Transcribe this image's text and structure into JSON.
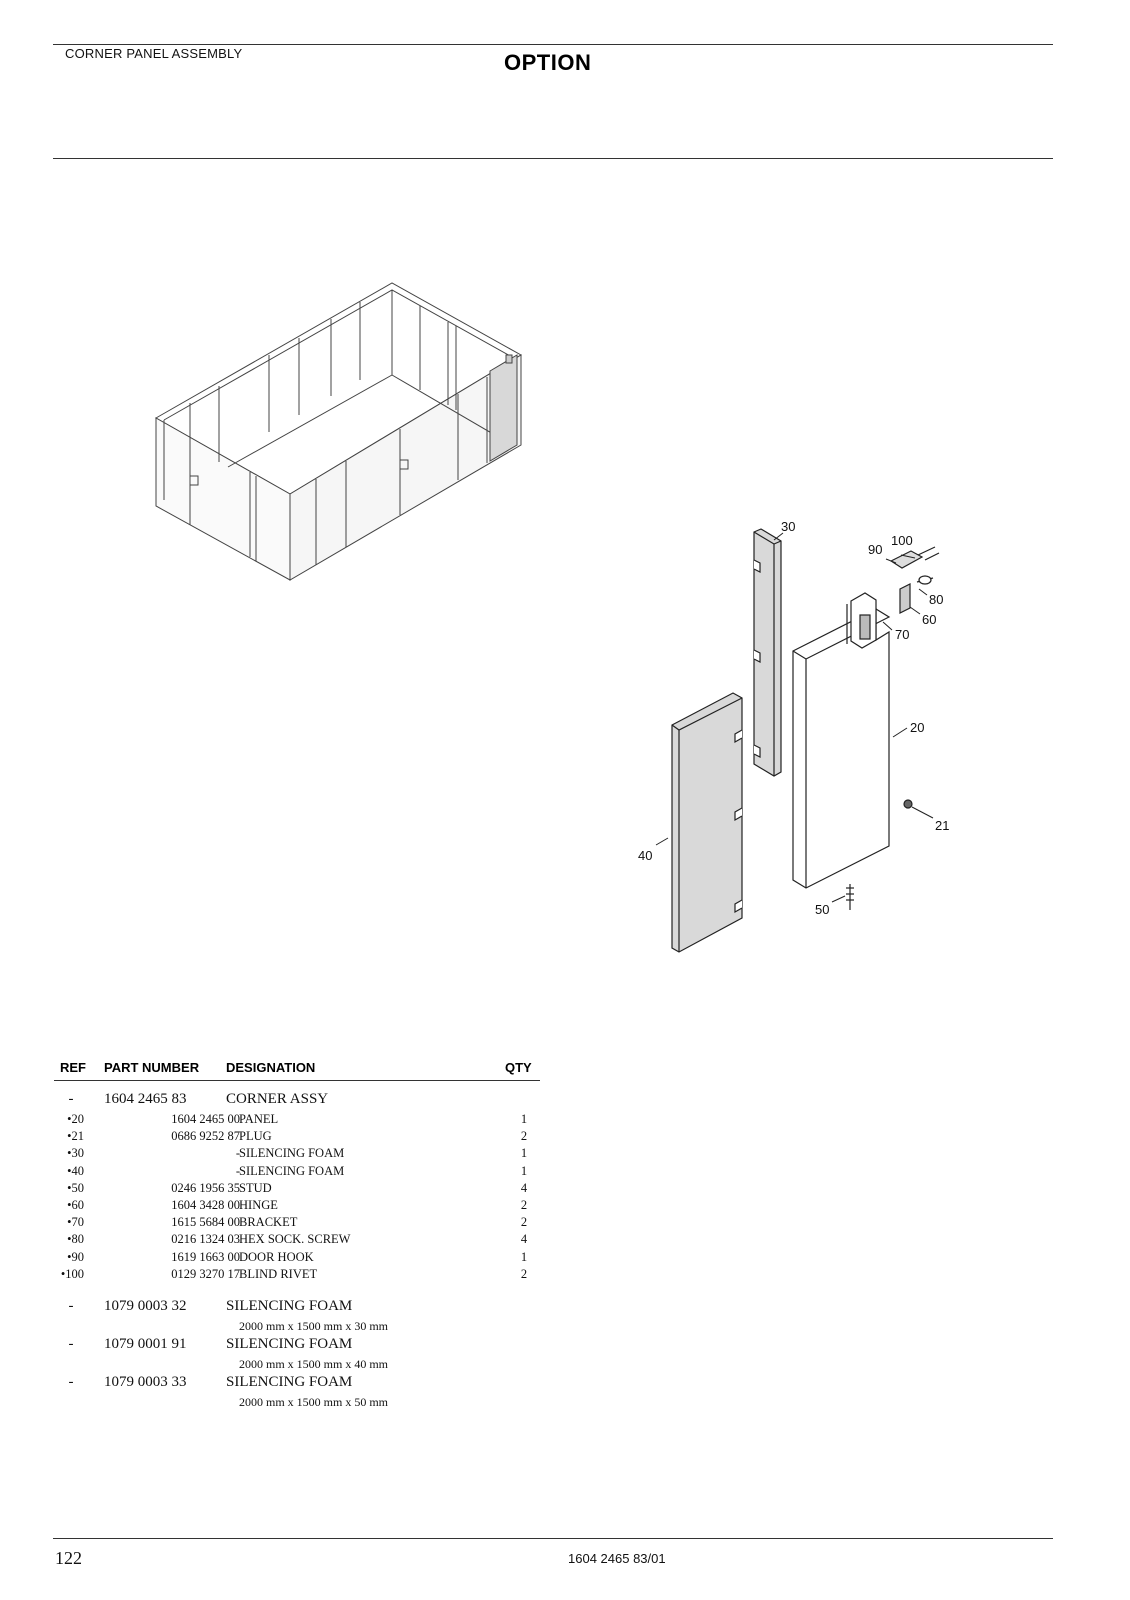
{
  "header": {
    "section_title": "CORNER PANEL ASSEMBLY",
    "option_title": "OPTION"
  },
  "drawing": {
    "callouts": [
      "30",
      "100",
      "90",
      "80",
      "60",
      "70",
      "20",
      "21",
      "40",
      "50"
    ]
  },
  "table": {
    "headers": {
      "ref": "REF",
      "part_number": "PART NUMBER",
      "designation": "DESIGNATION",
      "qty": "QTY"
    },
    "assembly": {
      "ref": "-",
      "part_number": "1604 2465 83",
      "designation": "CORNER ASSY"
    },
    "rows": [
      {
        "ref": "•20",
        "part_number": "1604 2465 00",
        "designation": "PANEL",
        "qty": "1"
      },
      {
        "ref": "•21",
        "part_number": "0686 9252 87",
        "designation": "PLUG",
        "qty": "2"
      },
      {
        "ref": "•30",
        "part_number": "-",
        "designation": "SILENCING FOAM",
        "qty": "1"
      },
      {
        "ref": "•40",
        "part_number": "-",
        "designation": "SILENCING FOAM",
        "qty": "1"
      },
      {
        "ref": "•50",
        "part_number": "0246 1956 35",
        "designation": "STUD",
        "qty": "4"
      },
      {
        "ref": "•60",
        "part_number": "1604 3428 00",
        "designation": "HINGE",
        "qty": "2"
      },
      {
        "ref": "•70",
        "part_number": "1615 5684 00",
        "designation": "BRACKET",
        "qty": "2"
      },
      {
        "ref": "•80",
        "part_number": "0216 1324 03",
        "designation": "HEX SOCK. SCREW",
        "qty": "4"
      },
      {
        "ref": "•90",
        "part_number": "1619 1663 00",
        "designation": "DOOR HOOK",
        "qty": "1"
      },
      {
        "ref": "•100",
        "part_number": "0129 3270 17",
        "designation": "BLIND RIVET",
        "qty": "2"
      }
    ],
    "extras": [
      {
        "ref": "-",
        "part_number": "1079 0003 32",
        "designation": "SILENCING FOAM",
        "note": "2000 mm x 1500 mm x 30 mm"
      },
      {
        "ref": "-",
        "part_number": "1079 0001 91",
        "designation": "SILENCING FOAM",
        "note": "2000 mm x 1500 mm x 40 mm"
      },
      {
        "ref": "-",
        "part_number": "1079 0003 33",
        "designation": "SILENCING FOAM",
        "note": "2000 mm x 1500 mm x 50 mm"
      }
    ]
  },
  "footer": {
    "page_number": "122",
    "document_number": "1604 2465 83/01"
  }
}
